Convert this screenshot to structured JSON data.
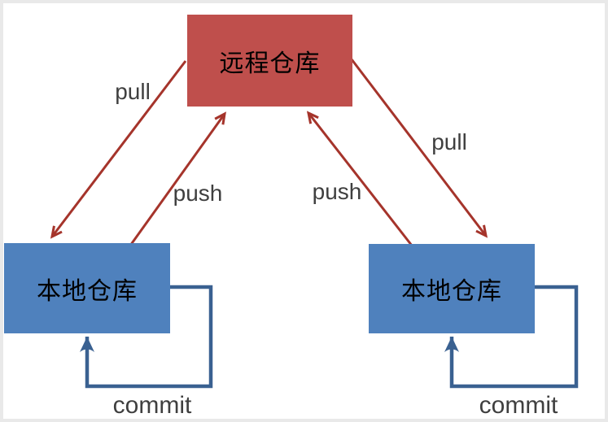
{
  "diagram": {
    "nodes": {
      "remote": {
        "label": "远程仓库"
      },
      "local_left": {
        "label": "本地仓库"
      },
      "local_right": {
        "label": "本地仓库"
      }
    },
    "edges": {
      "pull_left": {
        "label": "pull"
      },
      "push_left": {
        "label": "push"
      },
      "push_right": {
        "label": "push"
      },
      "pull_right": {
        "label": "pull"
      },
      "commit_left": {
        "label": "commit"
      },
      "commit_right": {
        "label": "commit"
      }
    },
    "colors": {
      "remote_node_fill": "#BF4F4C",
      "local_node_fill": "#4F81BD",
      "node_text": "#000000",
      "red_arrow": "#A5342B",
      "blue_arrow": "#3A6191",
      "edge_label_text": "#3F3F3F",
      "background": "#FFFFFF",
      "frame": "#E9E9E9"
    }
  }
}
